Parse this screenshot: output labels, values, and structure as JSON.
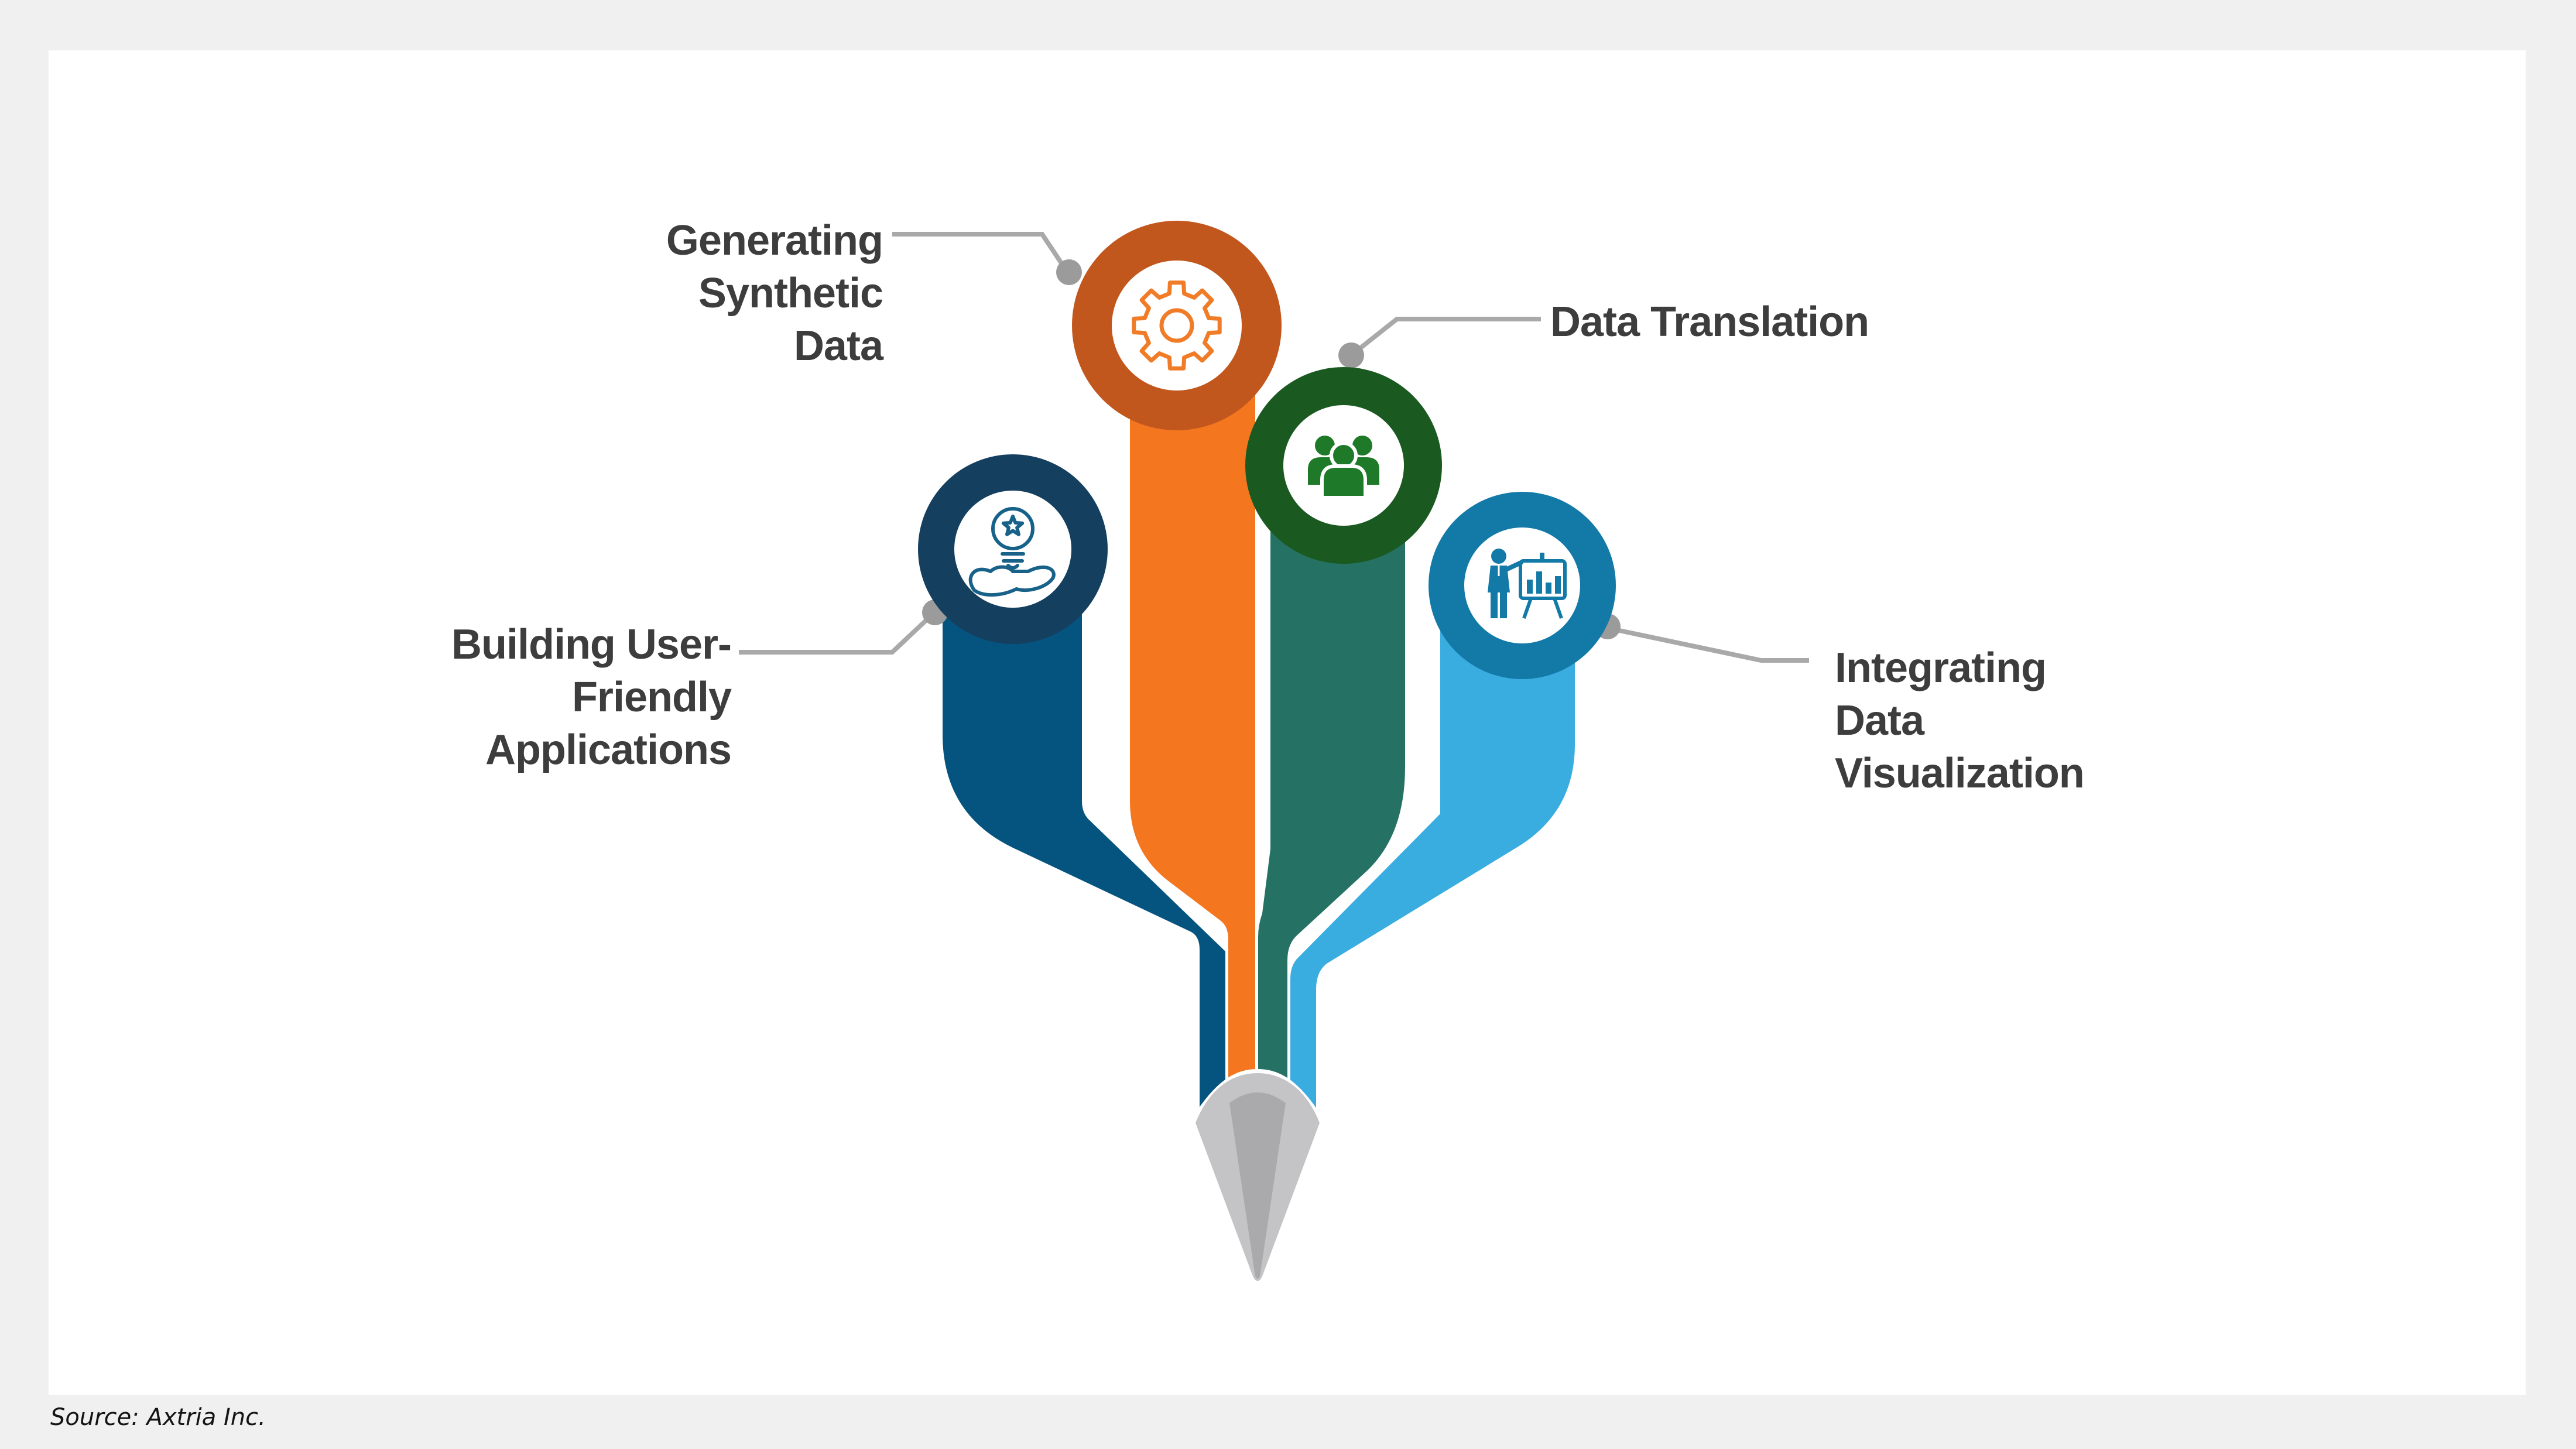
{
  "canvas": {
    "background_color": "#F0F0F1",
    "card_color": "#FFFFFF"
  },
  "diagram": {
    "connector_color": "#A9A9A9",
    "connector_dot_color": "#9B9B9B",
    "pencil": {
      "tip_color": "#C4C4C6",
      "tip_shade_color": "#AAAAAC"
    },
    "items": [
      {
        "id": "generating-synthetic-data",
        "label": "Generating Synthetic Data",
        "lines": [
          "Generating",
          "Synthetic",
          "Data"
        ],
        "icon": "gear-icon",
        "ring_color": "#C2571E",
        "band_color": "#F4761F",
        "icon_color": "#F07C28"
      },
      {
        "id": "data-translation",
        "label": "Data Translation",
        "lines": [
          "Data Translation"
        ],
        "icon": "people-icon",
        "ring_color": "#1A5A20",
        "band_color": "#257264",
        "icon_color": "#1E7A28"
      },
      {
        "id": "building-user-friendly-applications",
        "label": "Building User-Friendly Applications",
        "lines": [
          "Building User-",
          "Friendly",
          "Applications"
        ],
        "icon": "idea-hand-icon",
        "ring_color": "#153F5E",
        "band_color": "#05547F",
        "icon_color": "#186289"
      },
      {
        "id": "integrating-data-visualization",
        "label": "Integrating Data Visualization",
        "lines": [
          "Integrating",
          "Data",
          "Visualization"
        ],
        "icon": "presentation-icon",
        "ring_color": "#1379A7",
        "band_color": "#39ACE0",
        "icon_color": "#1379A7"
      }
    ]
  },
  "footer": {
    "source_note": "Source: Axtria Inc."
  }
}
